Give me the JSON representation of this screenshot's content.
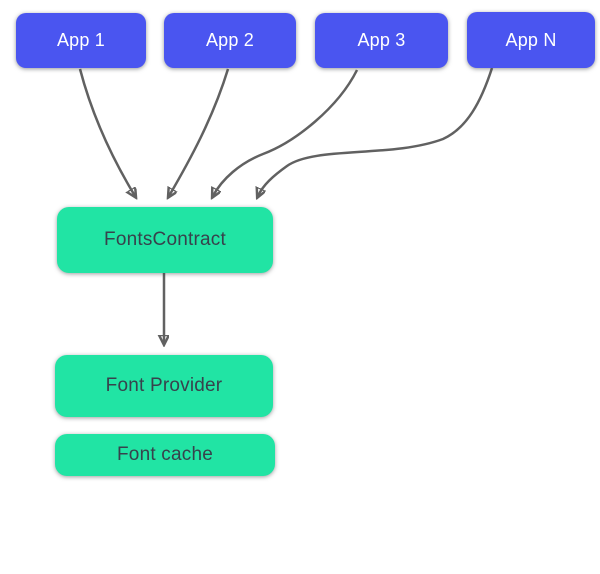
{
  "diagram": {
    "type": "architecture-flow",
    "background": "#ffffff",
    "colors": {
      "app_box_fill": "#4a55f0",
      "app_box_text": "#ffffff",
      "service_box_fill": "#21e4a4",
      "service_box_text": "#37424c",
      "arrow": "#616161"
    },
    "nodes": {
      "app1": {
        "label": "App 1"
      },
      "app2": {
        "label": "App 2"
      },
      "app3": {
        "label": "App 3"
      },
      "appN": {
        "label": "App N"
      },
      "fontscontract": {
        "label": "FontsContract"
      },
      "fontprovider": {
        "label": "Font Provider"
      },
      "fontcache": {
        "label": "Font cache"
      }
    },
    "edges": [
      {
        "from": "app1",
        "to": "fontscontract"
      },
      {
        "from": "app2",
        "to": "fontscontract"
      },
      {
        "from": "app3",
        "to": "fontscontract"
      },
      {
        "from": "appN",
        "to": "fontscontract"
      },
      {
        "from": "fontscontract",
        "to": "fontprovider"
      }
    ]
  }
}
